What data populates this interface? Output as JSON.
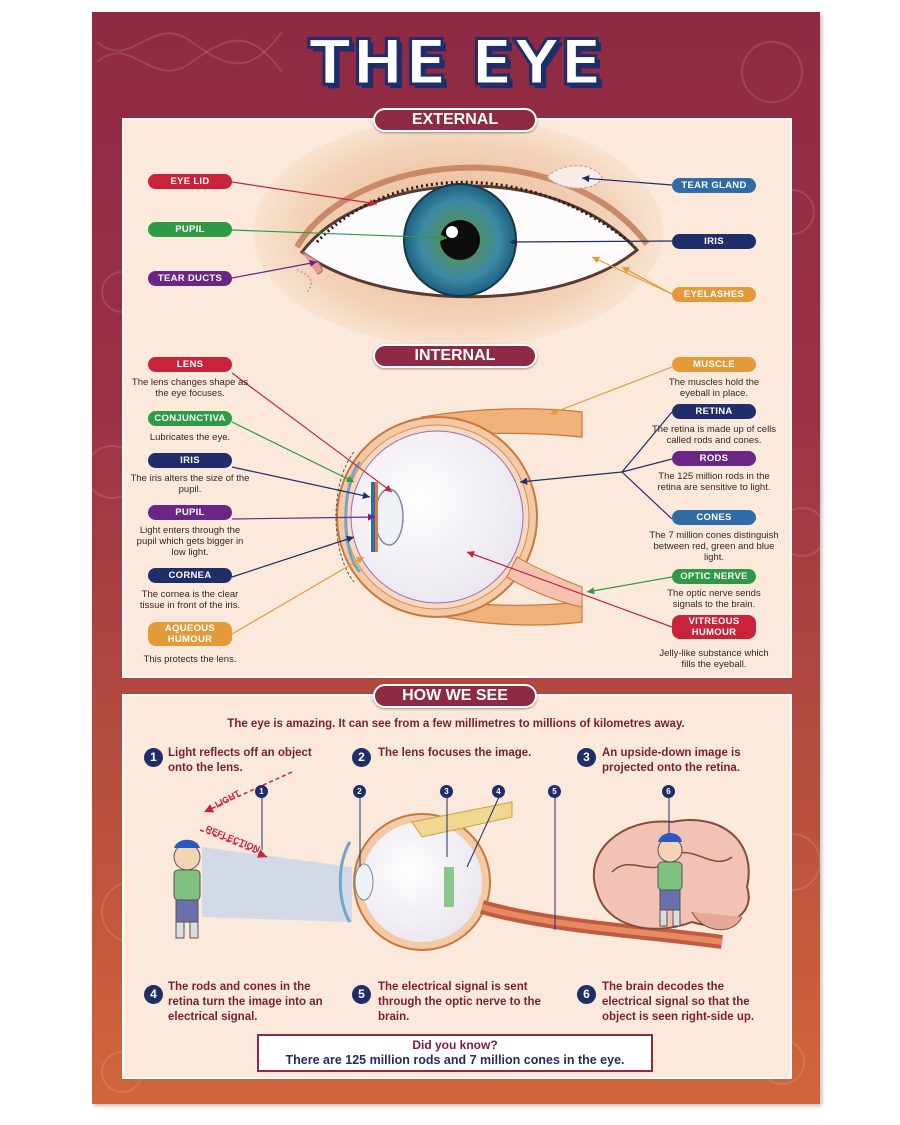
{
  "title": "THE EYE",
  "sections": {
    "external": "EXTERNAL",
    "internal": "INTERNAL",
    "how_we_see": "HOW WE SEE"
  },
  "external": {
    "eye_lid": "EYE LID",
    "pupil": "PUPIL",
    "tear_ducts": "TEAR DUCTS",
    "tear_gland": "TEAR GLAND",
    "iris": "IRIS",
    "eyelashes": "EYELASHES"
  },
  "internal": {
    "lens": {
      "label": "LENS",
      "desc": "The lens changes shape as the eye focuses."
    },
    "conjunctiva": {
      "label": "CONJUNCTIVA",
      "desc": "Lubricates the eye."
    },
    "iris": {
      "label": "IRIS",
      "desc": "The iris alters the size of the pupil."
    },
    "pupil": {
      "label": "PUPIL",
      "desc": "Light enters through the pupil which gets bigger in low light."
    },
    "cornea": {
      "label": "CORNEA",
      "desc": "The cornea is the clear tissue in front of the iris."
    },
    "aqueous": {
      "label1": "AQUEOUS",
      "label2": "HUMOUR",
      "desc": "This protects the lens."
    },
    "muscle": {
      "label": "MUSCLE",
      "desc": "The muscles hold the eyeball in place."
    },
    "retina": {
      "label": "RETINA",
      "desc": "The retina is made up of cells called rods and cones."
    },
    "rods": {
      "label": "RODS",
      "desc": "The 125 million rods in the retina are sensitive to light."
    },
    "cones": {
      "label": "CONES",
      "desc": "The 7 million cones distinguish between red, green and blue light."
    },
    "optic_nerve": {
      "label": "OPTIC NERVE",
      "desc": "The optic nerve sends signals to the brain."
    },
    "vitreous": {
      "label1": "VITREOUS",
      "label2": "HUMOUR",
      "desc": "Jelly-like substance which fills the eyeball."
    }
  },
  "how_we_see": {
    "intro": "The eye is amazing. It can see from a few millimetres to millions of kilometres away.",
    "steps": [
      {
        "num": "1",
        "text": "Light reflects off an object onto the lens."
      },
      {
        "num": "2",
        "text": "The lens focuses the image."
      },
      {
        "num": "3",
        "text": "An upside-down image is projected onto the retina."
      },
      {
        "num": "4",
        "text": "The rods and cones in the retina turn the image into an electrical signal."
      },
      {
        "num": "5",
        "text": "The electrical signal is sent through the optic nerve to the brain."
      },
      {
        "num": "6",
        "text": "The brain decodes the electrical signal so that the object is seen right-side up."
      }
    ],
    "diagram_labels": {
      "light": "LIGHT",
      "reflection": "REFLECTION",
      "markers": [
        "1",
        "2",
        "3",
        "4",
        "5",
        "6"
      ]
    },
    "did_you_know_q": "Did you know?",
    "did_you_know_a": "There are 125 million rods and 7 million cones in the eye."
  },
  "colors": {
    "maroon": "#8e2a44",
    "navy": "#1f2d6b",
    "red": "#c8233b",
    "green": "#2e9a45",
    "purple": "#6a2685",
    "orange": "#e59a3a",
    "panel": "#fbeadb"
  }
}
